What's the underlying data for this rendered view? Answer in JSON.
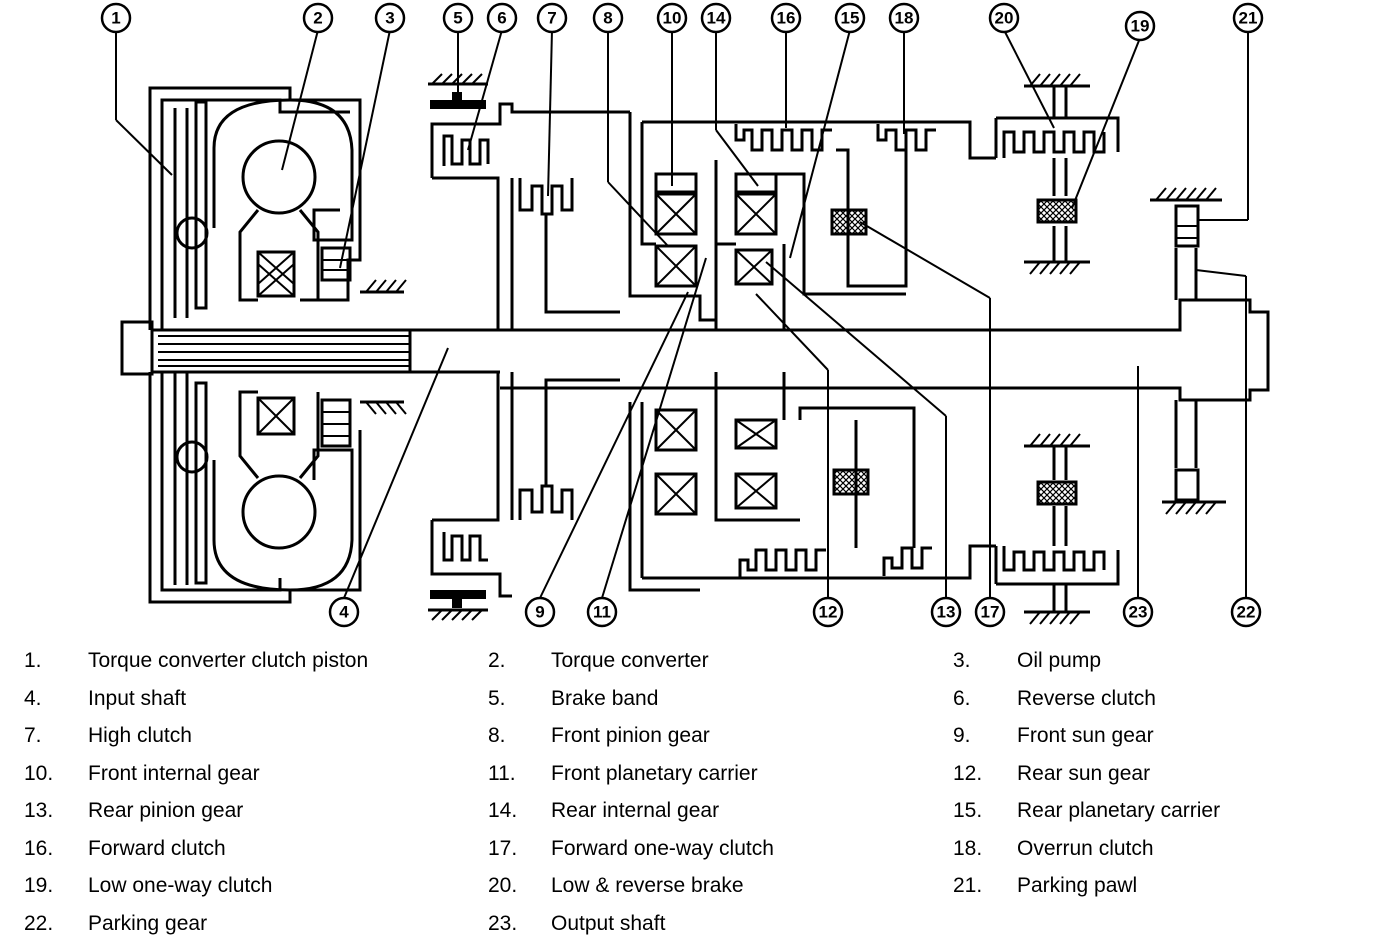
{
  "callouts": [
    {
      "num": "1"
    },
    {
      "num": "2"
    },
    {
      "num": "3"
    },
    {
      "num": "4"
    },
    {
      "num": "5"
    },
    {
      "num": "6"
    },
    {
      "num": "7"
    },
    {
      "num": "8"
    },
    {
      "num": "9"
    },
    {
      "num": "10"
    },
    {
      "num": "11"
    },
    {
      "num": "12"
    },
    {
      "num": "13"
    },
    {
      "num": "14"
    },
    {
      "num": "15"
    },
    {
      "num": "16"
    },
    {
      "num": "17"
    },
    {
      "num": "18"
    },
    {
      "num": "19"
    },
    {
      "num": "20"
    },
    {
      "num": "21"
    },
    {
      "num": "22"
    },
    {
      "num": "23"
    }
  ],
  "legend": [
    {
      "num": "1.",
      "label": "Torque converter clutch piston"
    },
    {
      "num": "2.",
      "label": "Torque converter"
    },
    {
      "num": "3.",
      "label": "Oil pump"
    },
    {
      "num": "4.",
      "label": "Input shaft"
    },
    {
      "num": "5.",
      "label": "Brake band"
    },
    {
      "num": "6.",
      "label": "Reverse clutch"
    },
    {
      "num": "7.",
      "label": "High clutch"
    },
    {
      "num": "8.",
      "label": "Front pinion gear"
    },
    {
      "num": "9.",
      "label": "Front sun gear"
    },
    {
      "num": "10.",
      "label": "Front internal gear"
    },
    {
      "num": "11.",
      "label": "Front planetary carrier"
    },
    {
      "num": "12.",
      "label": "Rear sun gear"
    },
    {
      "num": "13.",
      "label": "Rear pinion gear"
    },
    {
      "num": "14.",
      "label": "Rear internal gear"
    },
    {
      "num": "15.",
      "label": "Rear planetary carrier"
    },
    {
      "num": "16.",
      "label": "Forward clutch"
    },
    {
      "num": "17.",
      "label": "Forward one-way clutch"
    },
    {
      "num": "18.",
      "label": "Overrun clutch"
    },
    {
      "num": "19.",
      "label": "Low one-way clutch"
    },
    {
      "num": "20.",
      "label": "Low & reverse brake"
    },
    {
      "num": "21.",
      "label": "Parking pawl"
    },
    {
      "num": "22.",
      "label": "Parking gear"
    },
    {
      "num": "23.",
      "label": "Output shaft"
    }
  ]
}
